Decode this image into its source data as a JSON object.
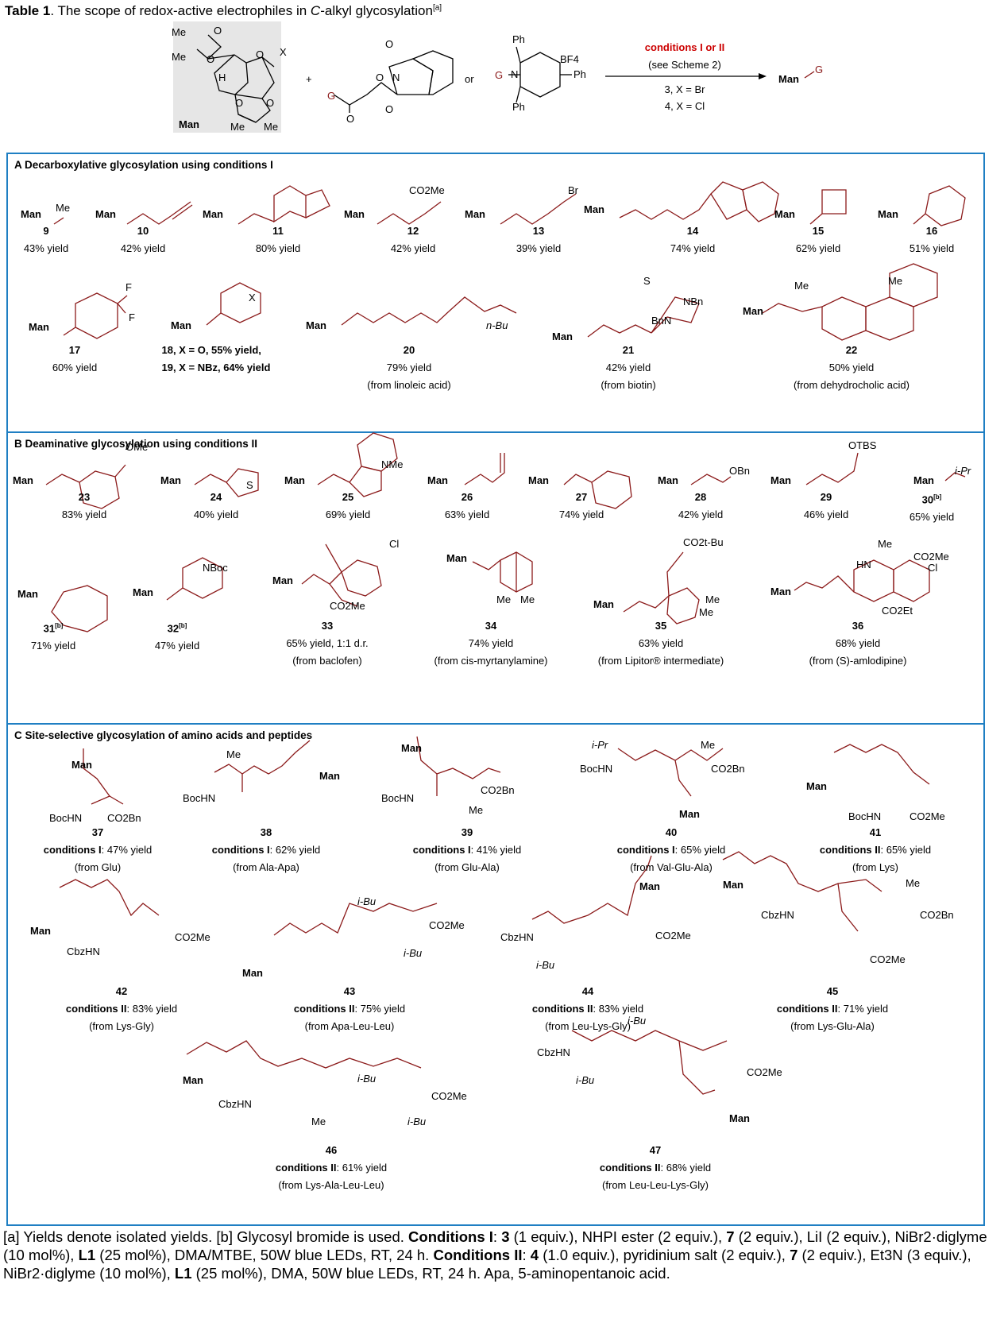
{
  "title": {
    "label": "Table 1",
    "text_pre": ". The scope of redox-active electrophiles in ",
    "text_italic": "C",
    "text_post": "-alkyl glycosylation",
    "sup": "[a]"
  },
  "scheme": {
    "man_label": "Man",
    "x_label": "X",
    "plus": "+",
    "or": "or",
    "conditions_label": "conditions I or II",
    "see_scheme": "(see Scheme 2)",
    "x_br": "3, X = Br",
    "x_cl": "4, X = Cl",
    "product": "Man",
    "product_g": "G",
    "bf4": "BF4",
    "ph": "Ph",
    "g": "G"
  },
  "sections": {
    "A": {
      "title": "A Decarboxylative glycosylation using conditions I",
      "entries": [
        {
          "num": "9",
          "yield": "43% yield"
        },
        {
          "num": "10",
          "yield": "42% yield"
        },
        {
          "num": "11",
          "yield": "80% yield"
        },
        {
          "num": "12",
          "yield": "42% yield"
        },
        {
          "num": "13",
          "yield": "39% yield"
        },
        {
          "num": "14",
          "yield": "74% yield"
        },
        {
          "num": "15",
          "yield": "62% yield"
        },
        {
          "num": "16",
          "yield": "51% yield"
        },
        {
          "num": "17",
          "yield": "60% yield"
        },
        {
          "num": "18, X = O, 55% yield,",
          "yield": "19, X = NBz, 64% yield"
        },
        {
          "num": "20",
          "yield": "79% yield",
          "src": "(from linoleic acid)"
        },
        {
          "num": "21",
          "yield": "42% yield",
          "src": "(from biotin)"
        },
        {
          "num": "22",
          "yield": "50% yield",
          "src": "(from dehydrocholic acid)"
        }
      ]
    },
    "B": {
      "title": "B Deaminative glycosylation using conditions II",
      "entries": [
        {
          "num": "23",
          "yield": "83% yield"
        },
        {
          "num": "24",
          "yield": "40% yield"
        },
        {
          "num": "25",
          "yield": "69% yield"
        },
        {
          "num": "26",
          "yield": "63% yield"
        },
        {
          "num": "27",
          "yield": "74% yield"
        },
        {
          "num": "28",
          "yield": "42% yield"
        },
        {
          "num": "29",
          "yield": "46% yield"
        },
        {
          "num": "30",
          "sup": "[b]",
          "yield": "65% yield"
        },
        {
          "num": "31",
          "sup": "[b]",
          "yield": "71% yield"
        },
        {
          "num": "32",
          "sup": "[b]",
          "yield": "47% yield"
        },
        {
          "num": "33",
          "yield": "65% yield, 1:1 d.r.",
          "src": "(from baclofen)"
        },
        {
          "num": "34",
          "yield": "74% yield",
          "src": "(from cis-myrtanylamine)"
        },
        {
          "num": "35",
          "yield": "63% yield",
          "src": "(from Lipitor® intermediate)"
        },
        {
          "num": "36",
          "yield": "68% yield",
          "src": "(from (S)-amlodipine)"
        }
      ]
    },
    "C": {
      "title": "C Site-selective glycosylation of amino acids and peptides",
      "entries": [
        {
          "num": "37",
          "cond": "conditions I",
          "yield": ": 47% yield",
          "src": "(from Glu)"
        },
        {
          "num": "38",
          "cond": "conditions I",
          "yield": ": 62% yield",
          "src": "(from Ala-Apa)"
        },
        {
          "num": "39",
          "cond": "conditions I",
          "yield": ": 41% yield",
          "src": "(from Glu-Ala)"
        },
        {
          "num": "40",
          "cond": "conditions I",
          "yield": ": 65% yield",
          "src": "(from Val-Glu-Ala)"
        },
        {
          "num": "41",
          "cond": "conditions II",
          "yield": ": 65% yield",
          "src": "(from Lys)"
        },
        {
          "num": "42",
          "cond": "conditions II",
          "yield": ": 83% yield",
          "src": "(from Lys-Gly)"
        },
        {
          "num": "43",
          "cond": "conditions II",
          "yield": ": 75% yield",
          "src": "(from Apa-Leu-Leu)"
        },
        {
          "num": "44",
          "cond": "conditions II",
          "yield": ": 83% yield",
          "src": "(from Leu-Lys-Gly)"
        },
        {
          "num": "45",
          "cond": "conditions II",
          "yield": ": 71% yield",
          "src": "(from Lys-Glu-Ala)"
        },
        {
          "num": "46",
          "cond": "conditions II",
          "yield": ": 61% yield",
          "src": "(from Lys-Ala-Leu-Leu)"
        },
        {
          "num": "47",
          "cond": "conditions II",
          "yield": ": 68% yield",
          "src": "(from Leu-Leu-Lys-Gly)"
        }
      ]
    }
  },
  "labels": {
    "man": "Man",
    "me": "Me",
    "br": "Br",
    "f": "F",
    "x": "X",
    "nbu": "n-Bu",
    "co2me": "CO2Me",
    "ome": "OMe",
    "nme": "NMe",
    "obn": "OBn",
    "otbs": "OTBS",
    "ipr": "i-Pr",
    "nboc": "NBoc",
    "cl": "Cl",
    "co2tbu": "CO2t-Bu",
    "co2et": "CO2Et",
    "bochn": "BocHN",
    "cbzhn": "CbzHN",
    "co2bn": "CO2Bn",
    "ibu": "i-Bu",
    "nbn": "NBn",
    "bnn": "BnN",
    "s": "S",
    "h": "H",
    "o": "O",
    "n": "N",
    "hn": "HN"
  },
  "footnote": {
    "a": "[a] Yields denote isolated yields. [b] Glycosyl bromide is used. ",
    "c1": "Conditions I",
    "c1_text_1": ": ",
    "c1_3": "3",
    "c1_text_2": " (1 equiv.), NHPI ester (2 equiv.), ",
    "c1_7": "7",
    "c1_text_3": " (2 equiv.), LiI (2 equiv.), NiBr2·diglyme (10 mol%), ",
    "c1_L1": "L1",
    "c1_text_4": " (25 mol%), DMA/MTBE, 50W blue LEDs, RT, 24 h. ",
    "c2": "Conditions II",
    "c2_text_1": ": ",
    "c2_4": "4",
    "c2_text_2": " (1.0 equiv.), pyridinium salt (2 equiv.), ",
    "c2_7": "7",
    "c2_text_3": " (2 equiv.), Et3N (3 equiv.), NiBr2·diglyme (10 mol%), ",
    "c2_L1": "L1",
    "c2_text_4": " (25 mol%), DMA, 50W blue LEDs, RT, 24 h. Apa, 5-aminopentanoic acid."
  },
  "colors": {
    "panel_border": "#1f7fc3",
    "red": "#cc0000",
    "dark_red": "#8b1a1a",
    "scheme_bg": "#e6e6e6"
  }
}
